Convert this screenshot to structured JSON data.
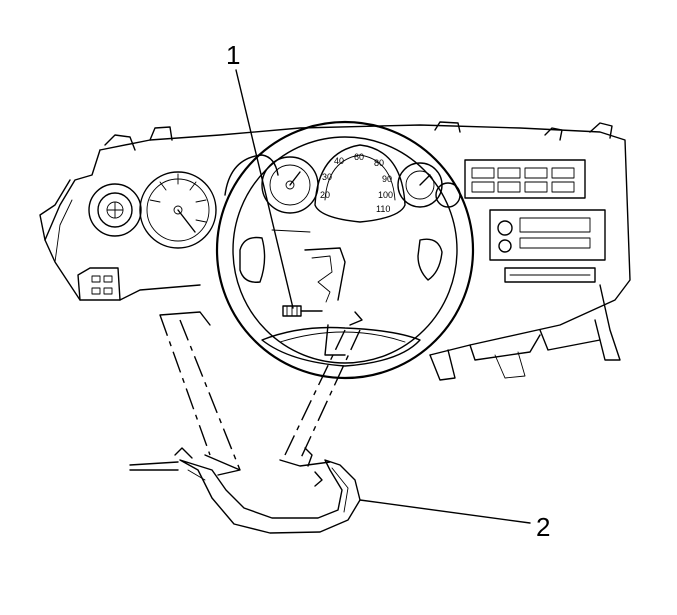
{
  "callouts": [
    {
      "id": "1",
      "label": "1"
    },
    {
      "id": "2",
      "label": "2"
    }
  ],
  "speedometer_numbers": [
    "20",
    "30",
    "40",
    "60",
    "80",
    "90",
    "100",
    "110"
  ],
  "colors": {
    "line": "#000000",
    "background": "#ffffff"
  }
}
